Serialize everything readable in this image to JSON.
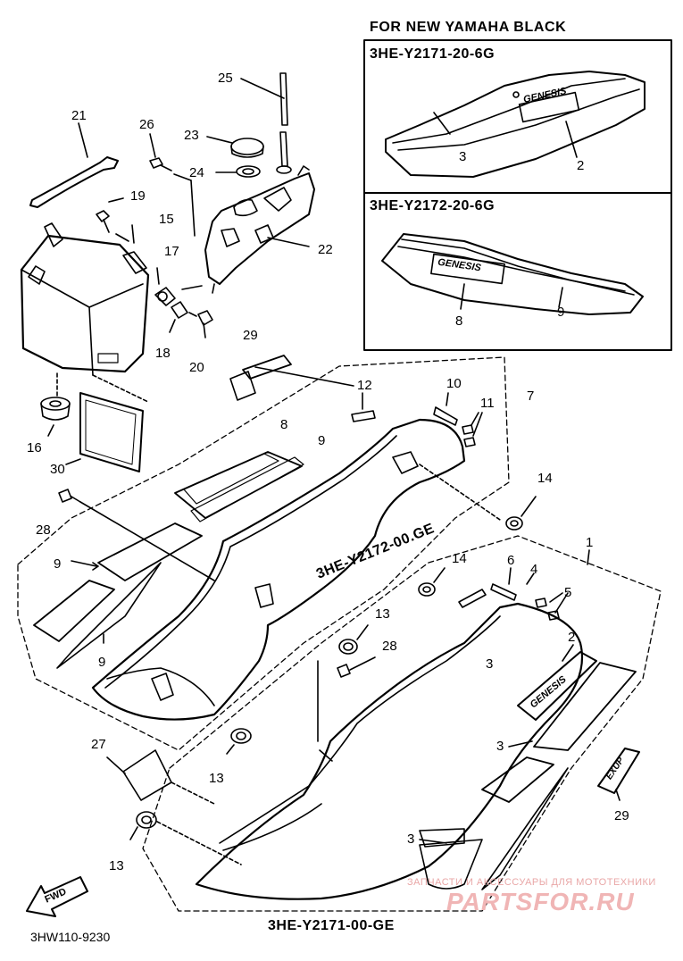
{
  "header": {
    "title": "FOR NEW YAMAHA BLACK",
    "box_top_code": "3HE-Y2171-20-6G",
    "box_bottom_code": "3HE-Y2172-20-6G"
  },
  "assembly_codes": {
    "left_cover": "3HE-Y2172-00.GE",
    "right_cover": "3HE-Y2171-00-GE"
  },
  "diagram_code": "3HW110-9230",
  "fwd_label": "FWD",
  "genesis_label": "GENESIS",
  "exup_label": "EXUP",
  "callouts": {
    "c1": "1",
    "c2a": "2",
    "c2b": "2",
    "c3a": "3",
    "c3b": "3",
    "c3c": "3",
    "c3d": "3",
    "c4": "4",
    "c5": "5",
    "c6": "6",
    "c7": "7",
    "c8a": "8",
    "c8b": "8",
    "c9a": "9",
    "c9b": "9",
    "c9c": "9",
    "c9d": "9",
    "c10": "10",
    "c11": "11",
    "c12": "12",
    "c13a": "13",
    "c13b": "13",
    "c13c": "13",
    "c14a": "14",
    "c14b": "14",
    "c15": "15",
    "c16": "16",
    "c17": "17",
    "c18": "18",
    "c19": "19",
    "c20": "20",
    "c21": "21",
    "c22": "22",
    "c23": "23",
    "c24": "24",
    "c25": "25",
    "c26": "26",
    "c27": "27",
    "c28a": "28",
    "c28b": "28",
    "c29a": "29",
    "c29b": "29",
    "c30": "30"
  },
  "watermark": {
    "line1": "ЗАПЧАСТИ И АКСЕССУАРЫ ДЛЯ МОТОТЕХНИКИ",
    "line2": "PARTSFOR.RU"
  }
}
